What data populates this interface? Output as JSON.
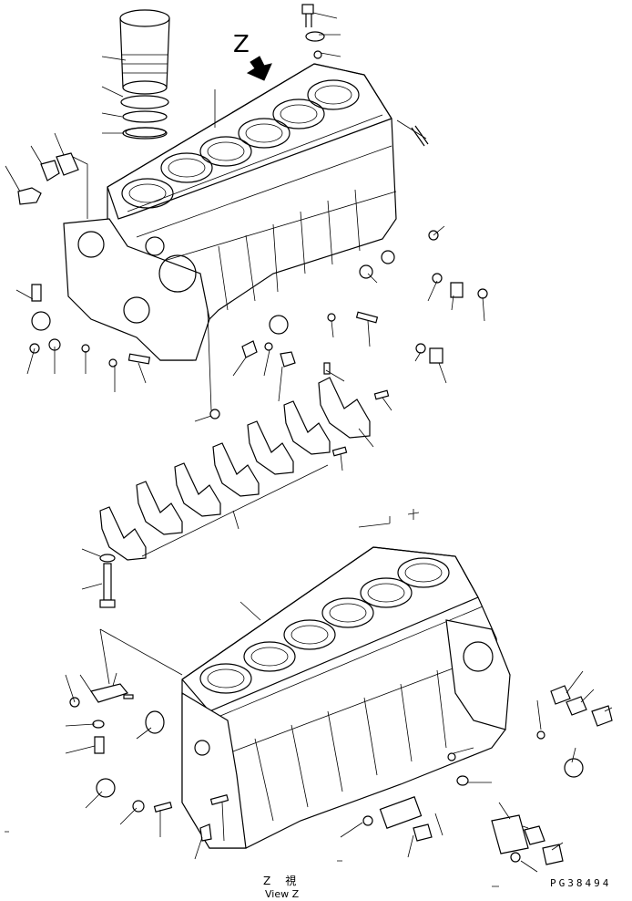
{
  "view_marker": "Z",
  "caption_jp": "Z　視",
  "caption_en": "View Z",
  "reference_code": "PG38494"
}
